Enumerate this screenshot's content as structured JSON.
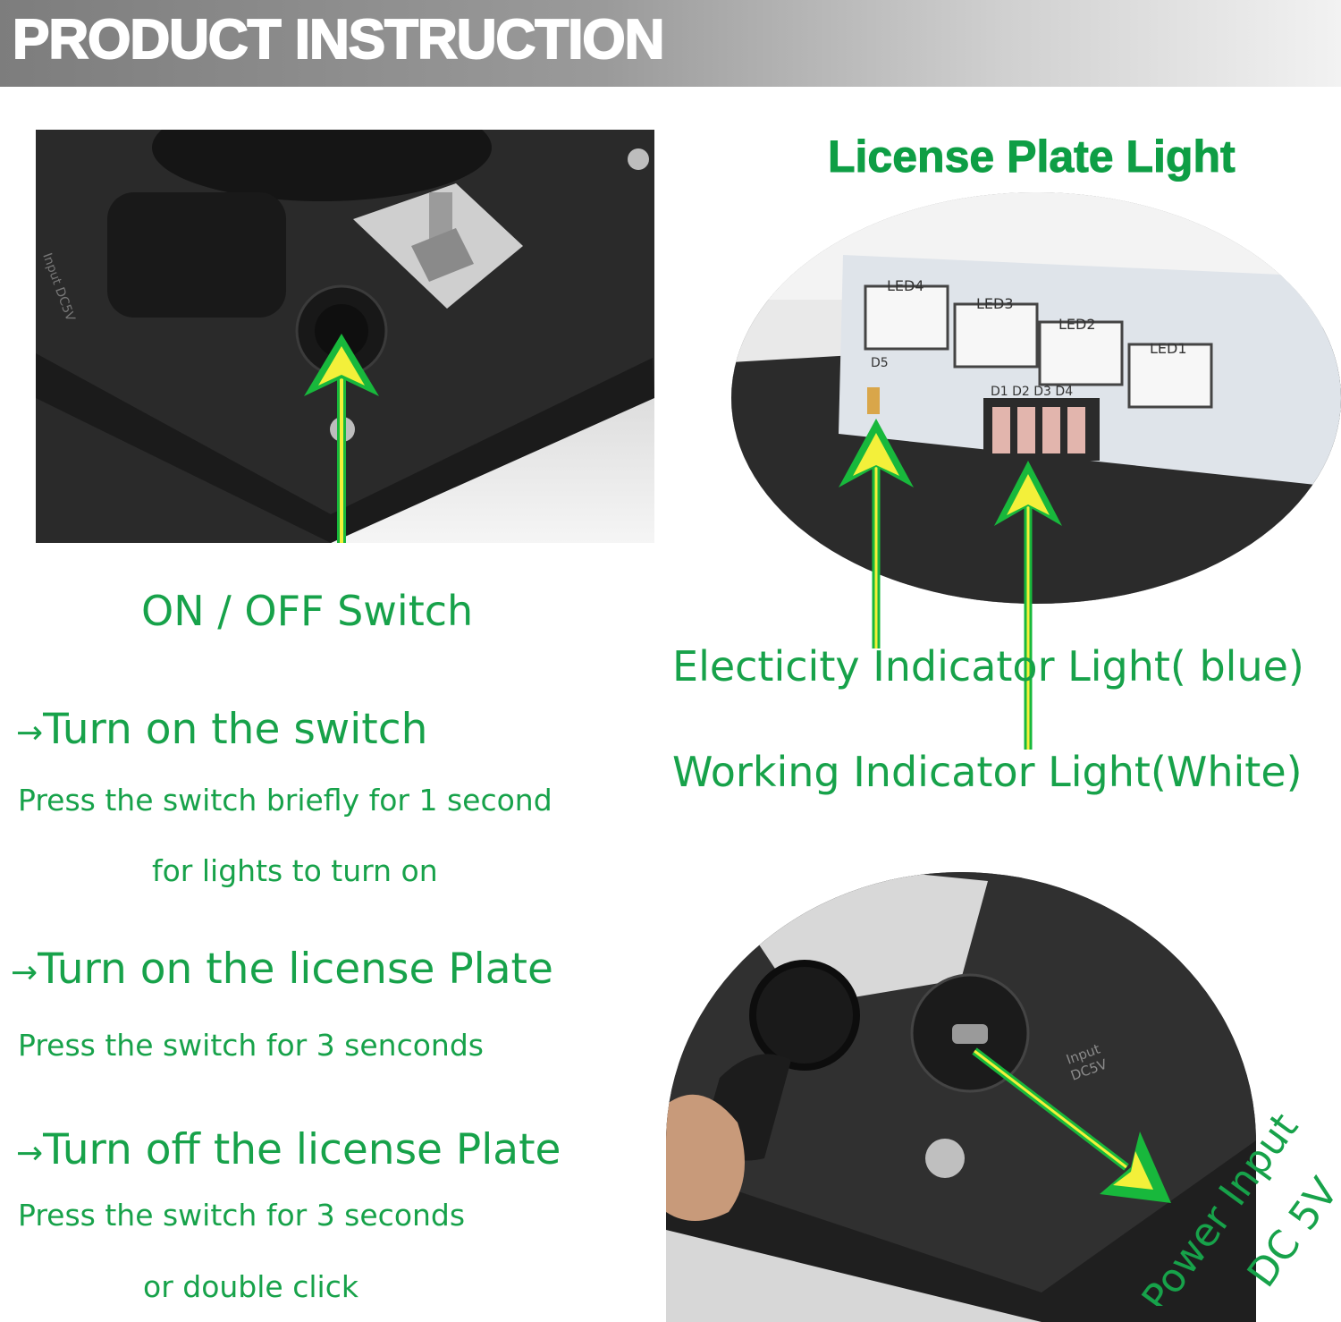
{
  "banner": {
    "title": "PRODUCT INSTRUCTION"
  },
  "switch_panel": {
    "label": "ON / OFF Switch",
    "printed_text": "Input DC5V"
  },
  "led_panel": {
    "title": "License Plate Light",
    "led_labels": [
      "LED4",
      "LED3",
      "LED2",
      "LED1"
    ],
    "d5_label": "D5",
    "d_labels": "D1 D2 D3 D4",
    "electricity_label": "Electicity Indicator Light( blue)",
    "working_label": "Working Indicator Light(White)"
  },
  "port_panel": {
    "printed_text_1": "Input",
    "printed_text_2": "DC5V",
    "power_label_1": "Power Input",
    "power_label_2": "DC 5V"
  },
  "steps": [
    {
      "arrow": "→",
      "title": "Turn on the switch",
      "desc_1": "Press the switch briefly for 1 second",
      "desc_2": "for lights to turn on"
    },
    {
      "arrow": "→",
      "title": "Turn on the license Plate",
      "desc_1": "Press the switch for 3 senconds"
    },
    {
      "arrow": "→",
      "title": "Turn off the license Plate",
      "desc_1": "Press the switch for 3 seconds",
      "desc_2": "or double click"
    }
  ],
  "colors": {
    "label_green": "#17a24a",
    "arrow_green": "#18b83c",
    "arrow_yellow": "#f3f03a"
  }
}
